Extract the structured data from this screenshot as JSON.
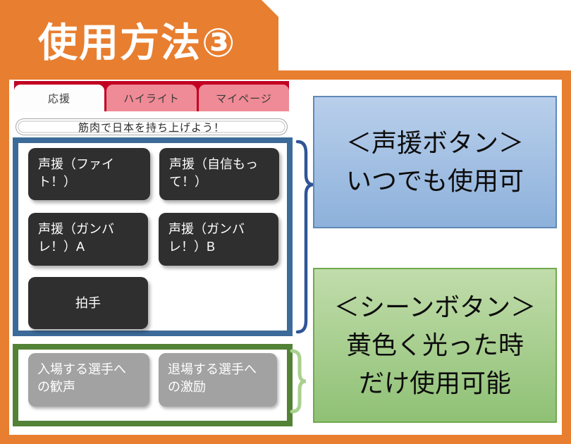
{
  "title": "使用方法③",
  "colors": {
    "orange": "#e87e2f",
    "tab_bar_red": "#c20022",
    "tab_inactive_pink": "#ef8b96",
    "cheer_outline_blue": "#3c6b99",
    "scene_outline_green": "#538135",
    "cheer_button_dark": "#2f2f2f",
    "scene_button_gray": "#a2a2a2",
    "cheer_brace_blue": "#2f5597",
    "scene_brace_green": "#a9d18e",
    "cheer_note_top": "#b9cfeb",
    "cheer_note_bottom": "#8db1db",
    "cheer_note_border": "#6089b8",
    "scene_note_top": "#c1dcab",
    "scene_note_bottom": "#8fc175",
    "scene_note_border": "#71a94e"
  },
  "phone": {
    "tabs": [
      {
        "label": "応援",
        "active": true
      },
      {
        "label": "ハイライト",
        "active": false
      },
      {
        "label": "マイページ",
        "active": false
      }
    ],
    "banner": "筋肉で日本を持ち上げよう！",
    "cheer_buttons": [
      {
        "label": "声援（ファイ\nト！）"
      },
      {
        "label": "声援（自信もっ\nて！）"
      },
      {
        "label": "声援（ガンバ\nレ！）A"
      },
      {
        "label": "声援（ガンバ\nレ！）B"
      },
      {
        "label": "拍手"
      }
    ],
    "scene_buttons": [
      {
        "label": "入場する選手へ\nの歓声"
      },
      {
        "label": "退場する選手へ\nの激励"
      }
    ]
  },
  "annotations": {
    "cheer": {
      "lines": [
        "＜声援ボタン＞",
        "いつでも使用可"
      ]
    },
    "scene": {
      "lines": [
        "＜シーンボタン＞",
        "黄色く光った時",
        "だけ使用可能"
      ]
    }
  }
}
